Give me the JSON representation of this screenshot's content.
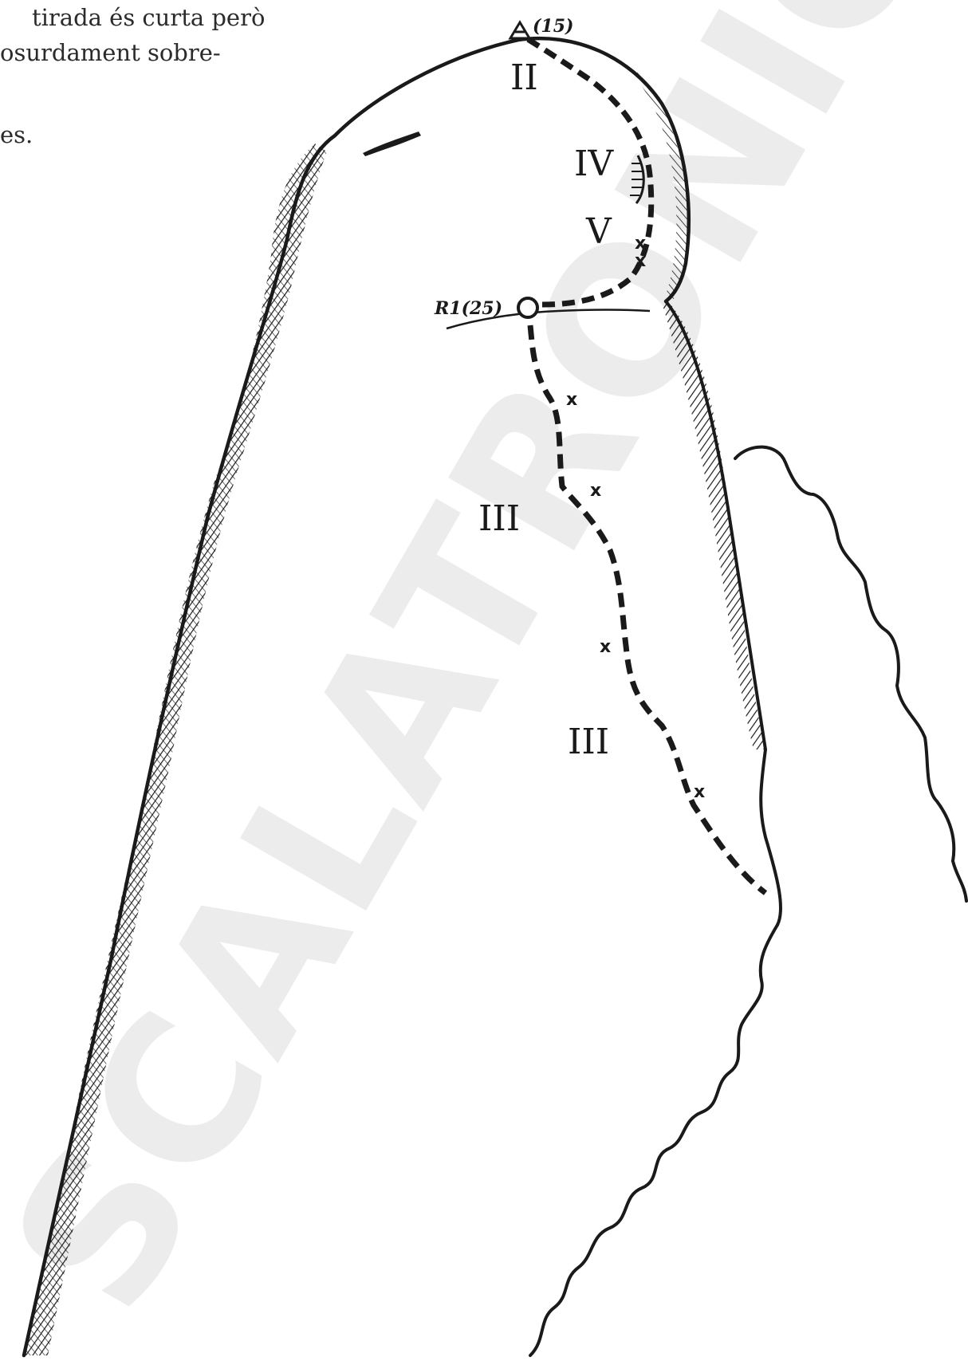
{
  "intro_text": {
    "line1": "tirada és curta però",
    "line2": "osurdament sobre-",
    "line3": "es."
  },
  "topo": {
    "top_anchor_label": "(15)",
    "belay_label": "R1(25)",
    "bolt_mark": "x",
    "grades": {
      "top": "II",
      "upper_a": "IV",
      "upper_b": "V",
      "lower_a": "III",
      "lower_b": "III"
    }
  },
  "watermark": "SCALATRONIC",
  "colors": {
    "ink": "#1a1a1a",
    "watermark": "#c9c9c9",
    "background": "#ffffff"
  }
}
